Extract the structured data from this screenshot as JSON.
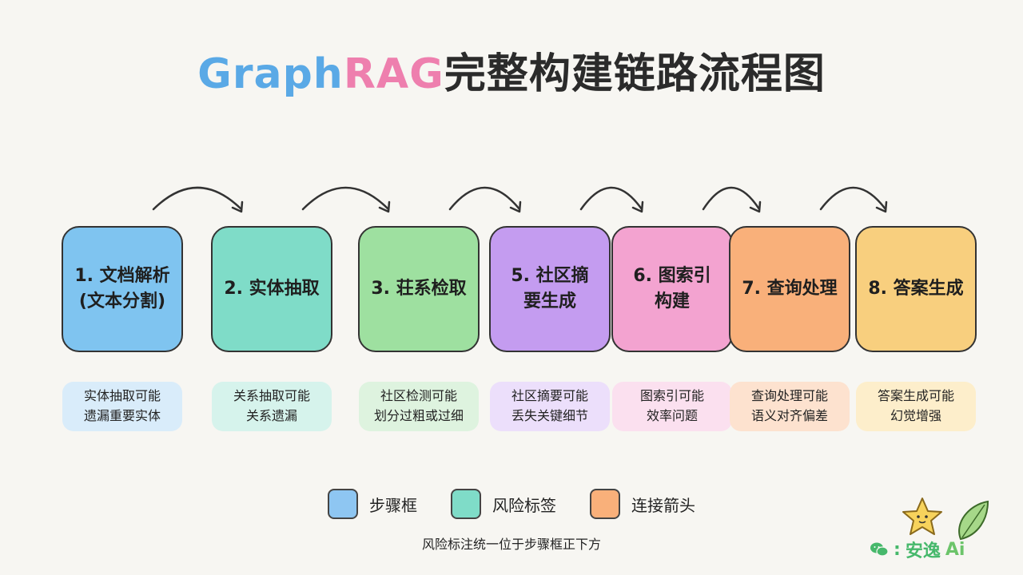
{
  "title": {
    "part1": "Graph",
    "part2": "RAG",
    "part3": "完整构建链路流程图"
  },
  "steps": [
    {
      "label": "1. 文档解析\n(文本分割)",
      "risk": "实体抽取可能\n遗漏重要实体",
      "color": "#7fc4f0",
      "risk_color": "#d9ecfa"
    },
    {
      "label": "2. 实体抽取",
      "risk": "关系抽取可能\n关系遗漏",
      "color": "#7fdcc8",
      "risk_color": "#d6f3ec"
    },
    {
      "label": "3. 荘系检取",
      "risk": "社区检测可能\n划分过粗或过细",
      "color": "#9ee0a0",
      "risk_color": "#def3df"
    },
    {
      "label": "5. 社区摘\n要生成",
      "risk": "社区摘要可能\n丢失关键细节",
      "color": "#c49cf0",
      "risk_color": "#ecdffb"
    },
    {
      "label": "6. 图索引\n构建",
      "risk": "图索引可能\n效率问题",
      "color": "#f3a3d0",
      "risk_color": "#fbe0ef"
    },
    {
      "label": "7. 查询处理",
      "risk": "查询处理可能\n语义对齐偏差",
      "color": "#f9b07a",
      "risk_color": "#fde2cf"
    },
    {
      "label": "8. 答案生成",
      "risk": "答案生成可能\n幻觉增强",
      "color": "#f8cf7e",
      "risk_color": "#fdeecb"
    }
  ],
  "legend": [
    {
      "label": "步骤框",
      "color": "#8ec6f2"
    },
    {
      "label": "风险标签",
      "color": "#7fdcc8"
    },
    {
      "label": "连接箭头",
      "color": "#f9b07a"
    }
  ],
  "note": "风险标注统一位于步骤框正下方",
  "brand": {
    "separator": ":",
    "name": "安逸",
    "ai": "Ai"
  },
  "icons": {
    "arrow": "curved-arrow-icon",
    "wechat": "wechat-icon",
    "star": "star-icon",
    "leaf": "leaf-icon"
  }
}
